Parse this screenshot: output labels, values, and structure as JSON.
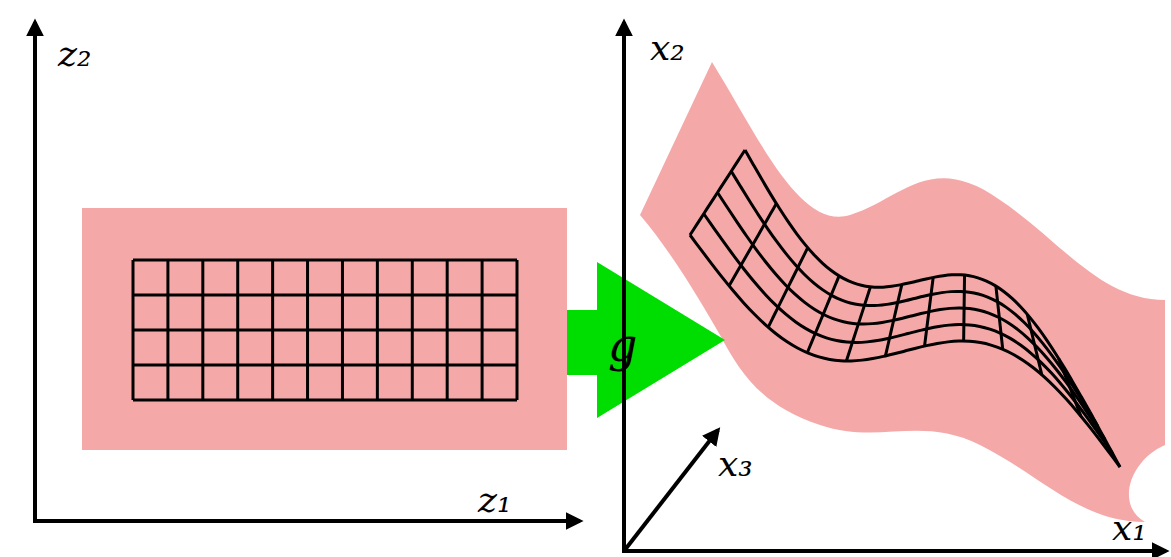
{
  "diagram": {
    "labels": [
      "z₂",
      "z₁",
      "g",
      "x₂",
      "x₃",
      "x₁"
    ]
  }
}
